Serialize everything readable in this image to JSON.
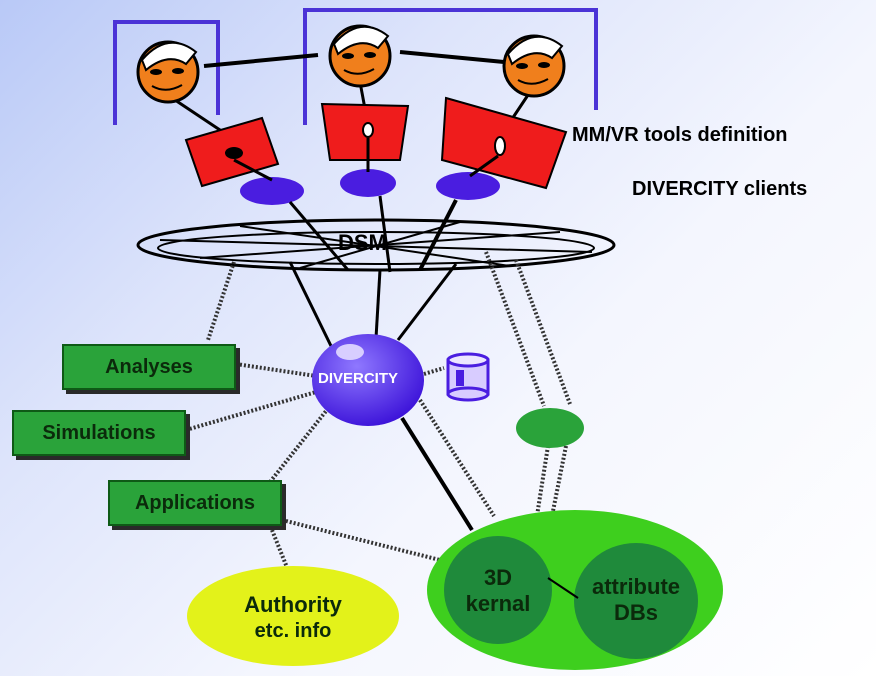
{
  "labels": {
    "tools_definition": "MM/VR tools definition",
    "clients": "DIVERCITY clients",
    "network": "DSM",
    "core": "DIVERCITY"
  },
  "boxes": {
    "analyses": "Analyses",
    "simulations": "Simulations",
    "applications": "Applications"
  },
  "nodes": {
    "authority": [
      "Authority",
      "etc. info"
    ],
    "kernel": [
      "3D",
      "kernal"
    ],
    "attribute": [
      "attribute",
      "DBs"
    ]
  },
  "colors": {
    "face": "#f07f1c",
    "screen": "#ef1c1c",
    "client_disc": "#4a1de0",
    "core": "#4a1de0",
    "box": "#2aa33a",
    "authority": "#e3f21a",
    "kernel_outer": "#3ecf1e",
    "kernel_inner": "#1f8a3b",
    "bracket": "#4b33d6"
  },
  "icons": [
    "user-face-icon",
    "monitor-icon",
    "database-cylinder-icon"
  ]
}
